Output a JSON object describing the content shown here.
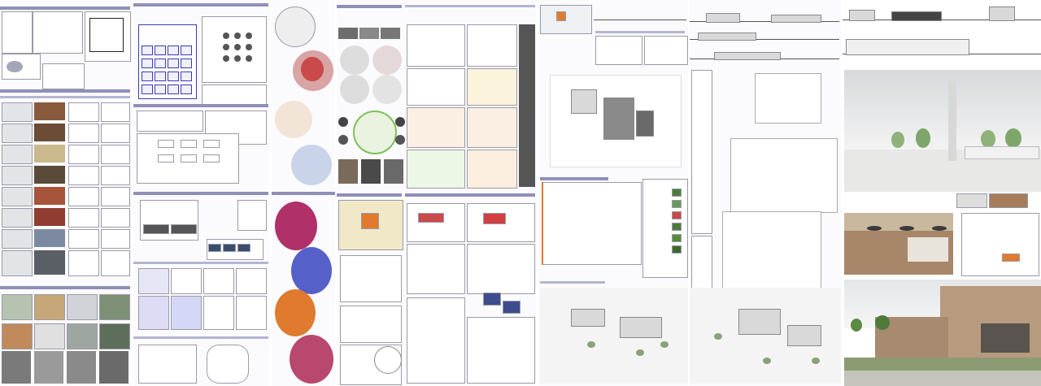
{
  "page": {
    "background": "#ffffff"
  },
  "colors": {
    "header_band": "#8f8fb8",
    "header_band_light": "#b4b4d4",
    "red_map": "#c94a4a",
    "blue_map": "#5560c9",
    "orange_map": "#e07a2e",
    "magenta_map": "#b0306a",
    "green_map": "#7cbf5a",
    "purple_axon": "#7b84d8",
    "brick": "#b46a4a"
  },
  "boards": [
    {
      "id": "analysis-grid-board",
      "kind": "diagram-sheet"
    },
    {
      "id": "typology-matrix-board",
      "kind": "diagram-sheet"
    },
    {
      "id": "city-maps-board",
      "kind": "map-sheet"
    },
    {
      "id": "urban-structure-board",
      "kind": "map-sheet"
    },
    {
      "id": "masterplan-board",
      "kind": "plan-sheet"
    },
    {
      "id": "sections-board",
      "kind": "drawing-sheet"
    },
    {
      "id": "renders-board",
      "kind": "render-sheet"
    }
  ],
  "icons": [
    "chimney-icon",
    "tree-icon",
    "person-icon",
    "lamp-icon"
  ]
}
